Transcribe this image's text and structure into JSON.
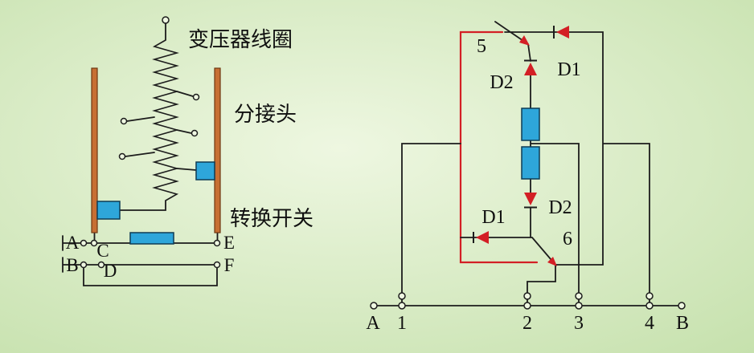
{
  "theme": {
    "bg-light": "#eef7e1",
    "bg-green": "#c6e1ad",
    "wire": "#1c1c1c",
    "red": "#d31f25",
    "rail-fill": "#c76f33",
    "rail-edge": "#6e3712",
    "contact-blue": "#2ea6da",
    "contact-edge": "#0e3c55",
    "text": "#101010"
  },
  "left_diagram": {
    "title_coil": "变压器线圈",
    "label_tap": "分接头",
    "label_switch": "转换开关",
    "switch_terminals": {
      "a": "A",
      "b": "B",
      "c": "C",
      "d": "D",
      "e": "E",
      "f": "F"
    }
  },
  "right_diagram": {
    "blade_top": "5",
    "blade_bottom": "6",
    "diode_top_chain": "D2",
    "diode_top_rail": "D1",
    "diode_bottom_line": "D1",
    "diode_bottom_chain": "D2",
    "terminals": {
      "a": "A",
      "n1": "1",
      "n2": "2",
      "n3": "3",
      "n4": "4",
      "b": "B"
    }
  }
}
